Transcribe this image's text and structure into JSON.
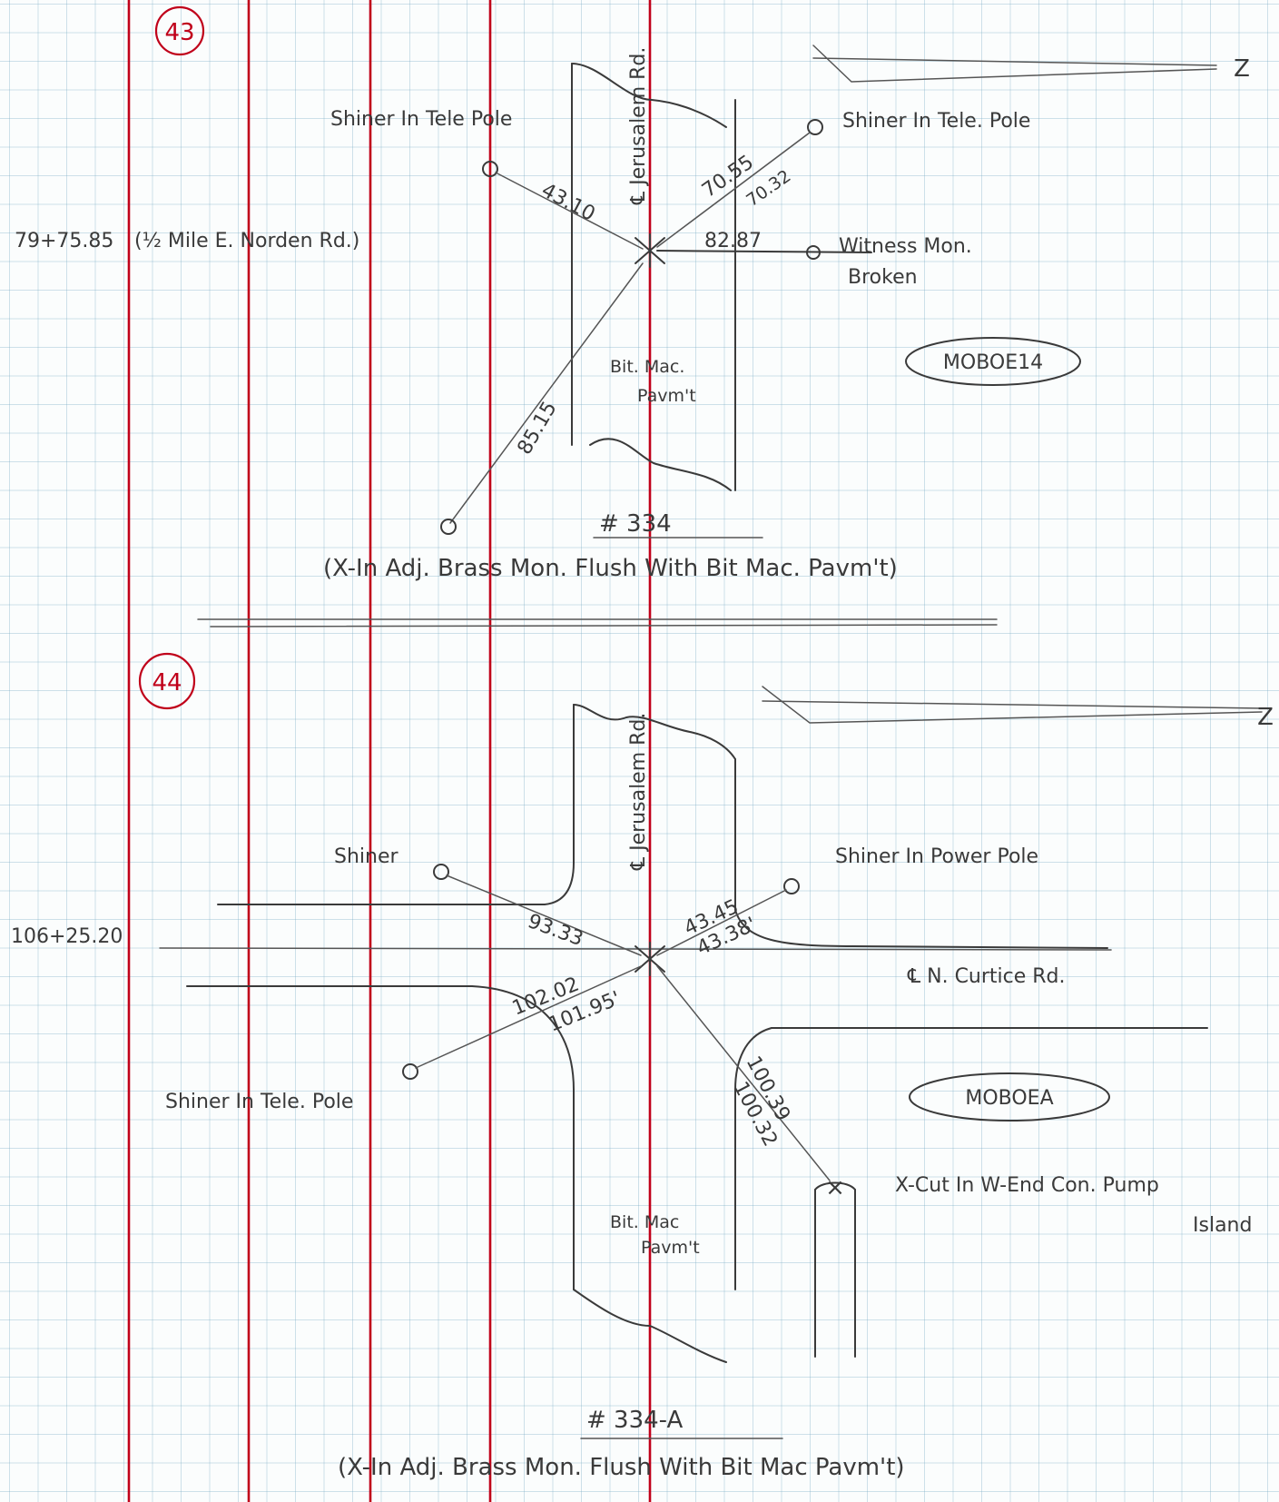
{
  "sheet": {
    "margin_line_color": "#c0001a",
    "ink_color": "#3a3a3a",
    "grid_color": "#8fbad0"
  },
  "sketch43": {
    "point_number": "43",
    "station": "79+75.85",
    "station_note": "(½ Mile E. Norden Rd.)",
    "road_label": "℄ Jerusalem Rd.",
    "north_label": "Z",
    "tie_nw": {
      "label": "Shiner In Tele Pole",
      "distance": "43.10"
    },
    "tie_ne": {
      "label": "Shiner In Tele. Pole",
      "distance_a": "70.55",
      "distance_b": "70.32"
    },
    "tie_e": {
      "label": "Witness Mon.",
      "label2": "Broken",
      "distance": "82.87"
    },
    "tie_sw": {
      "distance": "85.15"
    },
    "pavement_label_1": "Bit. Mac.",
    "pavement_label_2": "Pavm't",
    "oval_label": "MOBOE14",
    "mon_id": "# 334",
    "description": "(X-In Adj. Brass Mon. Flush With Bit Mac. Pavm't)"
  },
  "sketch44": {
    "point_number": "44",
    "station": "106+25.20",
    "road_label": "℄ Jerusalem Rd.",
    "cross_road_label": "℄ N. Curtice Rd.",
    "north_label": "Z",
    "tie_nw": {
      "label": "Shiner",
      "distance": "93.33"
    },
    "tie_ne": {
      "label": "Shiner In Power Pole",
      "distance_a": "43.45",
      "distance_b": "43.38'"
    },
    "tie_sw": {
      "label": "Shiner In Tele. Pole",
      "distance_a": "102.02",
      "distance_b": "101.95'"
    },
    "tie_se": {
      "label": "X-Cut In W-End Con. Pump",
      "label2": "Island",
      "distance_a": "100.39",
      "distance_b": "100.32"
    },
    "pavement_label_1": "Bit. Mac",
    "pavement_label_2": "Pavm't",
    "oval_label": "MOBOEA",
    "mon_id": "# 334-A",
    "description": "(X-In Adj. Brass Mon. Flush With Bit Mac Pavm't)"
  }
}
